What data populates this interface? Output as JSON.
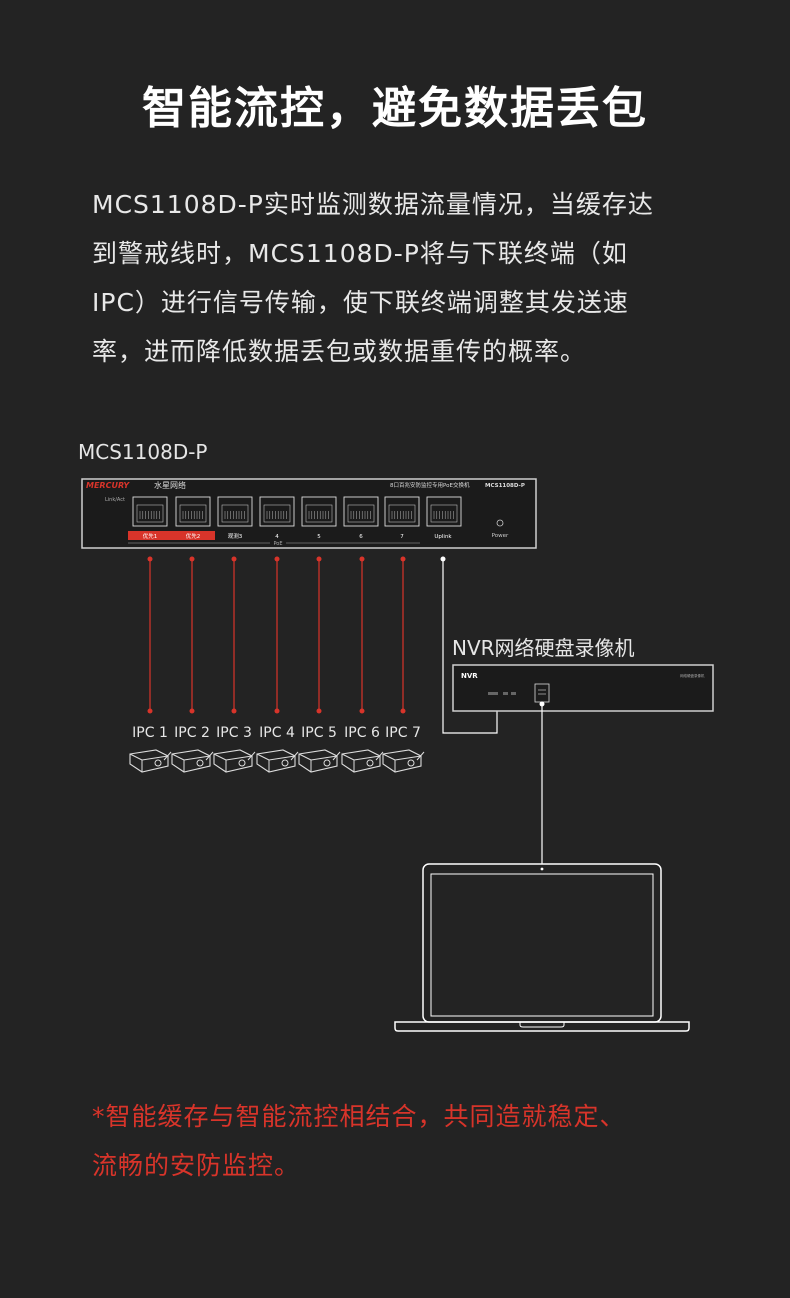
{
  "title": "智能流控，避免数据丢包",
  "description_lines": [
    "MCS1108D-P实时监测数据流量情况，当缓存达",
    "到警戒线时，MCS1108D-P将与下联终端（如",
    "IPC）进行信号传输，使下联终端调整其发送速",
    "率，进而降低数据丢包或数据重传的概率。"
  ],
  "switch": {
    "model_label": "MCS1108D-P",
    "brand": "MERCURY",
    "brand_cn": "水星网络",
    "product_name": "8口百兆安防监控专用PoE交换机",
    "model_small": "MCS1108D-P",
    "linkact_label": "Link/Act",
    "port_labels": [
      "优先1",
      "优先2",
      "观测3",
      "4",
      "5",
      "6",
      "7",
      "Uplink"
    ],
    "poe_label": "PoE",
    "power_label": "Power"
  },
  "ipc_labels": [
    "IPC 1",
    "IPC 2",
    "IPC 3",
    "IPC 4",
    "IPC 5",
    "IPC 6",
    "IPC 7"
  ],
  "nvr": {
    "title": "NVR网络硬盘录像机",
    "badge": "NVR",
    "small_text": "网络硬盘录像机"
  },
  "note_lines": [
    "*智能缓存与智能流控相结合，共同造就稳定、",
    "流畅的安防监控。"
  ],
  "colors": {
    "background": "#232323",
    "accent_red": "#d8342a",
    "line_white": "#ffffff"
  }
}
